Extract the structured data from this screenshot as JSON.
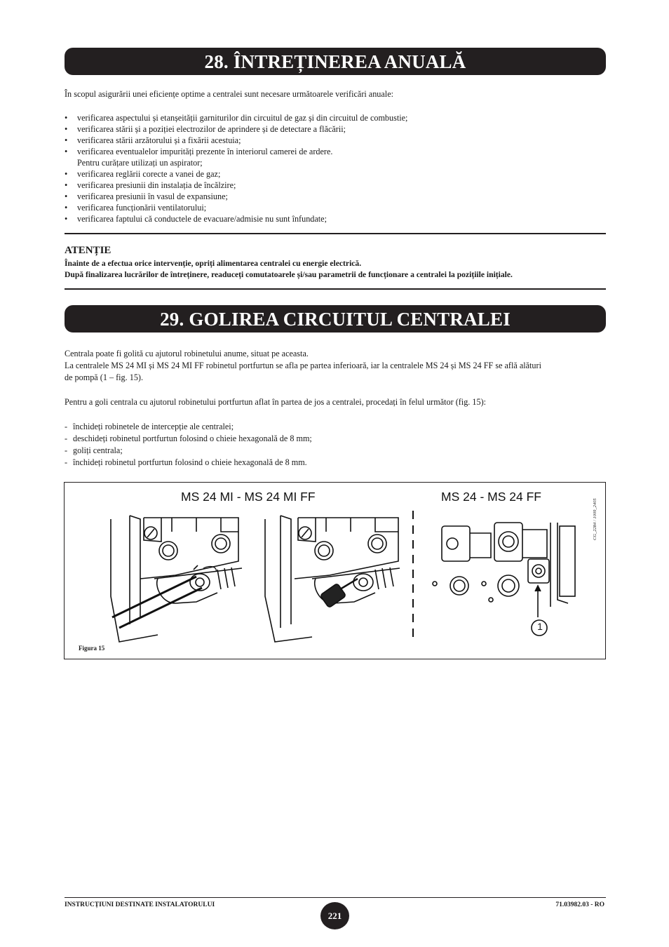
{
  "section28": {
    "title": "28. ÎNTREȚINEREA ANUALĂ",
    "intro": "În scopul asigurării unei eficiențe optime a centralei sunt necesare următoarele verificări anuale:",
    "checks": [
      "verificarea aspectului și etanșeității garniturilor din circuitul de gaz și din circuitul de combustie;",
      "verificarea stării și a poziției electrozilor de aprindere și de detectare a flăcării;",
      "verificarea stării arzătorului și a fixării acestuia;",
      "verificarea eventualelor impurități prezente în interiorul camerei de ardere.",
      "Pentru curățare utilizați un aspirator;",
      "verificarea reglării corecte a vanei de gaz;",
      "verificarea presiunii din instalația de încălzire;",
      "verificarea presiunii în vasul de expansiune;",
      "verificarea funcționării ventilatorului;",
      "verificarea faptului că conductele de evacuare/admisie nu sunt înfundate;"
    ],
    "warning": {
      "title": "ATENȚIE",
      "line1": "Înainte de a efectua orice intervenție, opriți alimentarea centralei cu energie electrică.",
      "line2": "După finalizarea lucrărilor de întreținere, readuceți comutatoarele și/sau parametrii de funcționare a centralei la pozițiile inițiale."
    }
  },
  "section29": {
    "title": "29. GOLIREA CIRCUITUL CENTRALEI",
    "p1": "Centrala poate fi golită cu ajutorul robinetului anume, situat pe aceasta.",
    "p2": "La centralele MS 24 MI și MS 24 MI FF robinetul portfurtun se afla pe partea inferioară, iar la centralele MS 24 și MS 24 FF se află alături",
    "p3": "de pompă (1 – fig. 15).",
    "p4": "Pentru a goli centrala cu ajutorul robinetului portfurtun aflat în partea de jos a centralei, procedați în felul următor (fig. 15):",
    "steps": [
      "închideți robinetele de intercepție ale centralei;",
      "deschideți robinetul portfurtun folosind o chieie hexagonală de 8 mm;",
      "goliți centrala;",
      "închideți robinetul portfurtun folosind o chieie hexagonală de 8 mm."
    ]
  },
  "figure": {
    "title_left": "MS 24 MI - MS 24 MI FF",
    "title_right": "MS 24 - MS 24 FF",
    "code": "CG_2284 / 1009_2405",
    "callout": "1",
    "label": "Figura 15"
  },
  "footer": {
    "left": "INSTRUCȚIUNI DESTINATE INSTALATORULUI",
    "page": "221",
    "right": "71.03982.03 - RO"
  }
}
